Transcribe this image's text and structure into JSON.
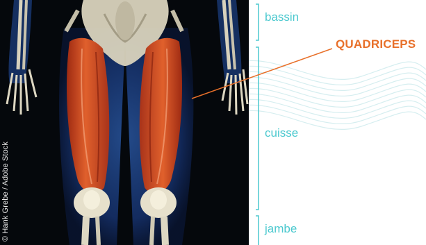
{
  "colors": {
    "accent_teal": "#4cc9cf",
    "accent_orange": "#e8702a",
    "muscle_red": "#d24a22",
    "background_dark": "#05080c"
  },
  "labels": {
    "bassin": "bassin",
    "cuisse": "cuisse",
    "jambe": "jambe",
    "quadriceps": "QUADRICEPS"
  },
  "photo_credit": "© Hank Grebe / Adobe Stock"
}
